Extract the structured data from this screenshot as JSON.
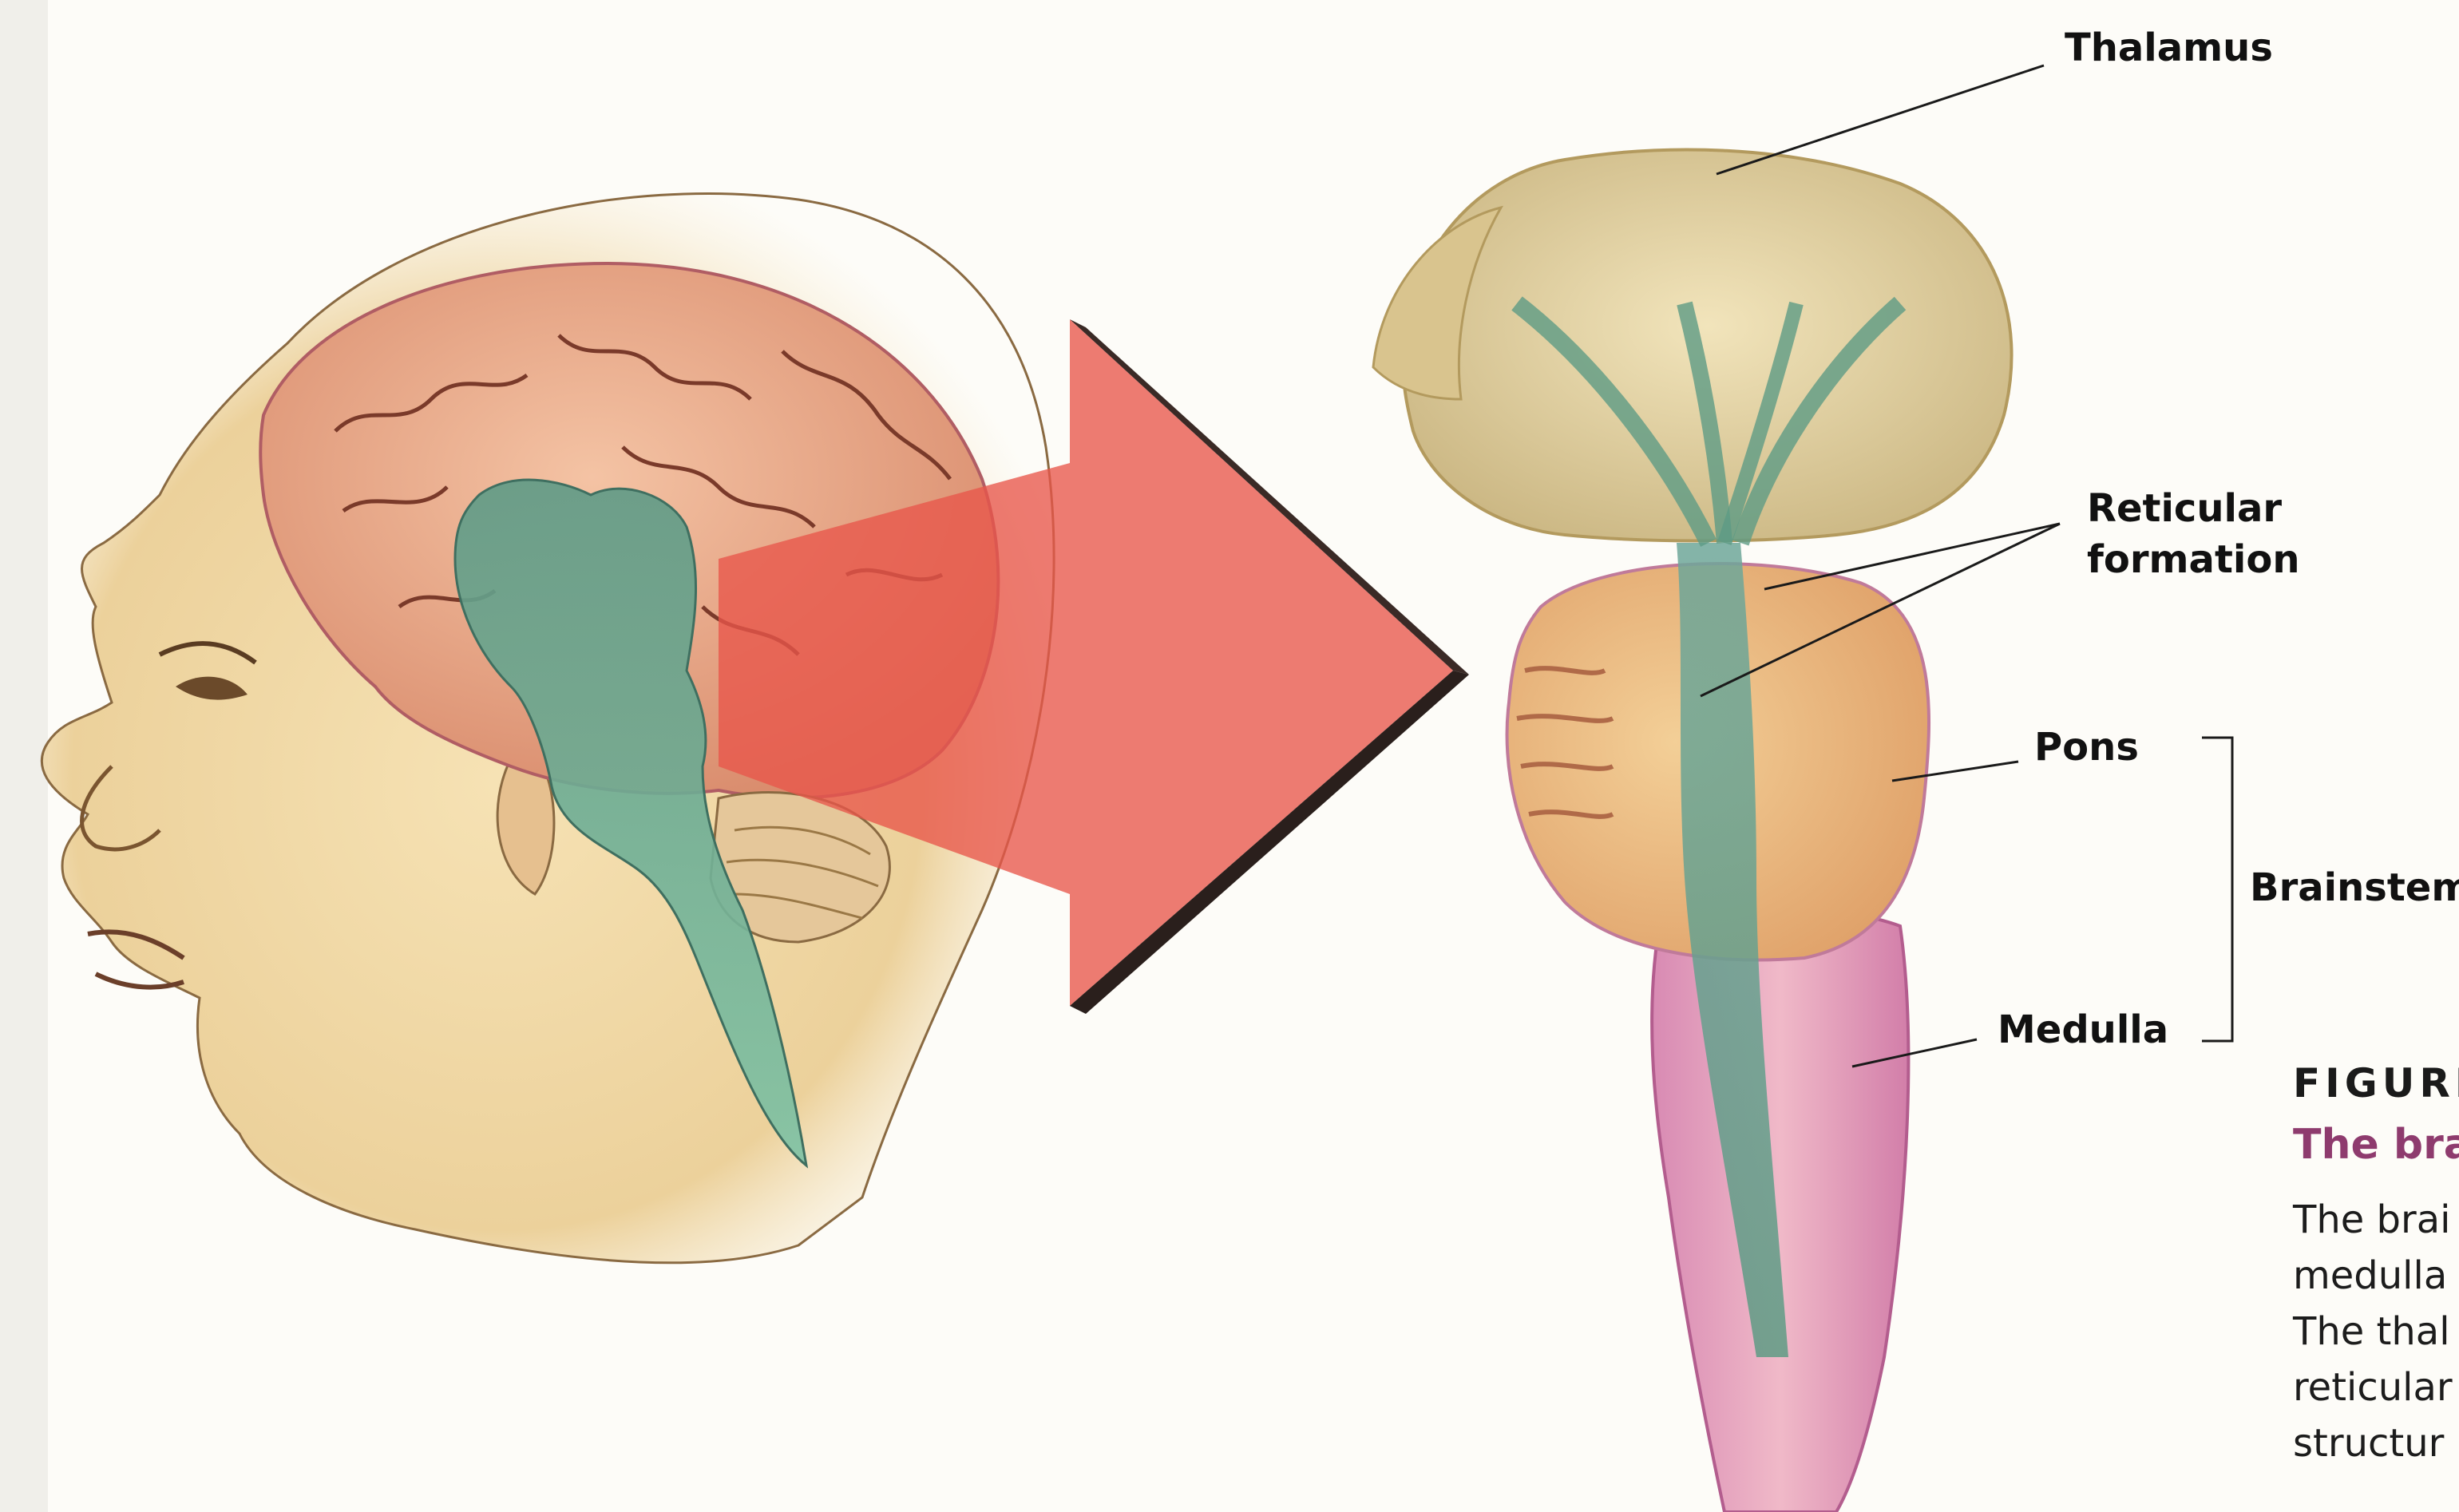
{
  "labels": {
    "thalamus": "Thalamus",
    "reticular_line1": "Reticular",
    "reticular_line2": "formation",
    "pons": "Pons",
    "brainstem": "Brainstem",
    "medulla": "Medulla"
  },
  "figure": {
    "title": "FIGURE",
    "subtitle": "The bra",
    "caption_lines": [
      "The brai",
      "medulla",
      "The thal",
      "reticular",
      "structur"
    ]
  },
  "colors": {
    "arrow": "#e8564a",
    "brainstem_highlight": "#4f8f7e",
    "cortex": "#e7a082",
    "skin": "#f0d7a6",
    "caption_title_accent": "#8e3b6e"
  }
}
